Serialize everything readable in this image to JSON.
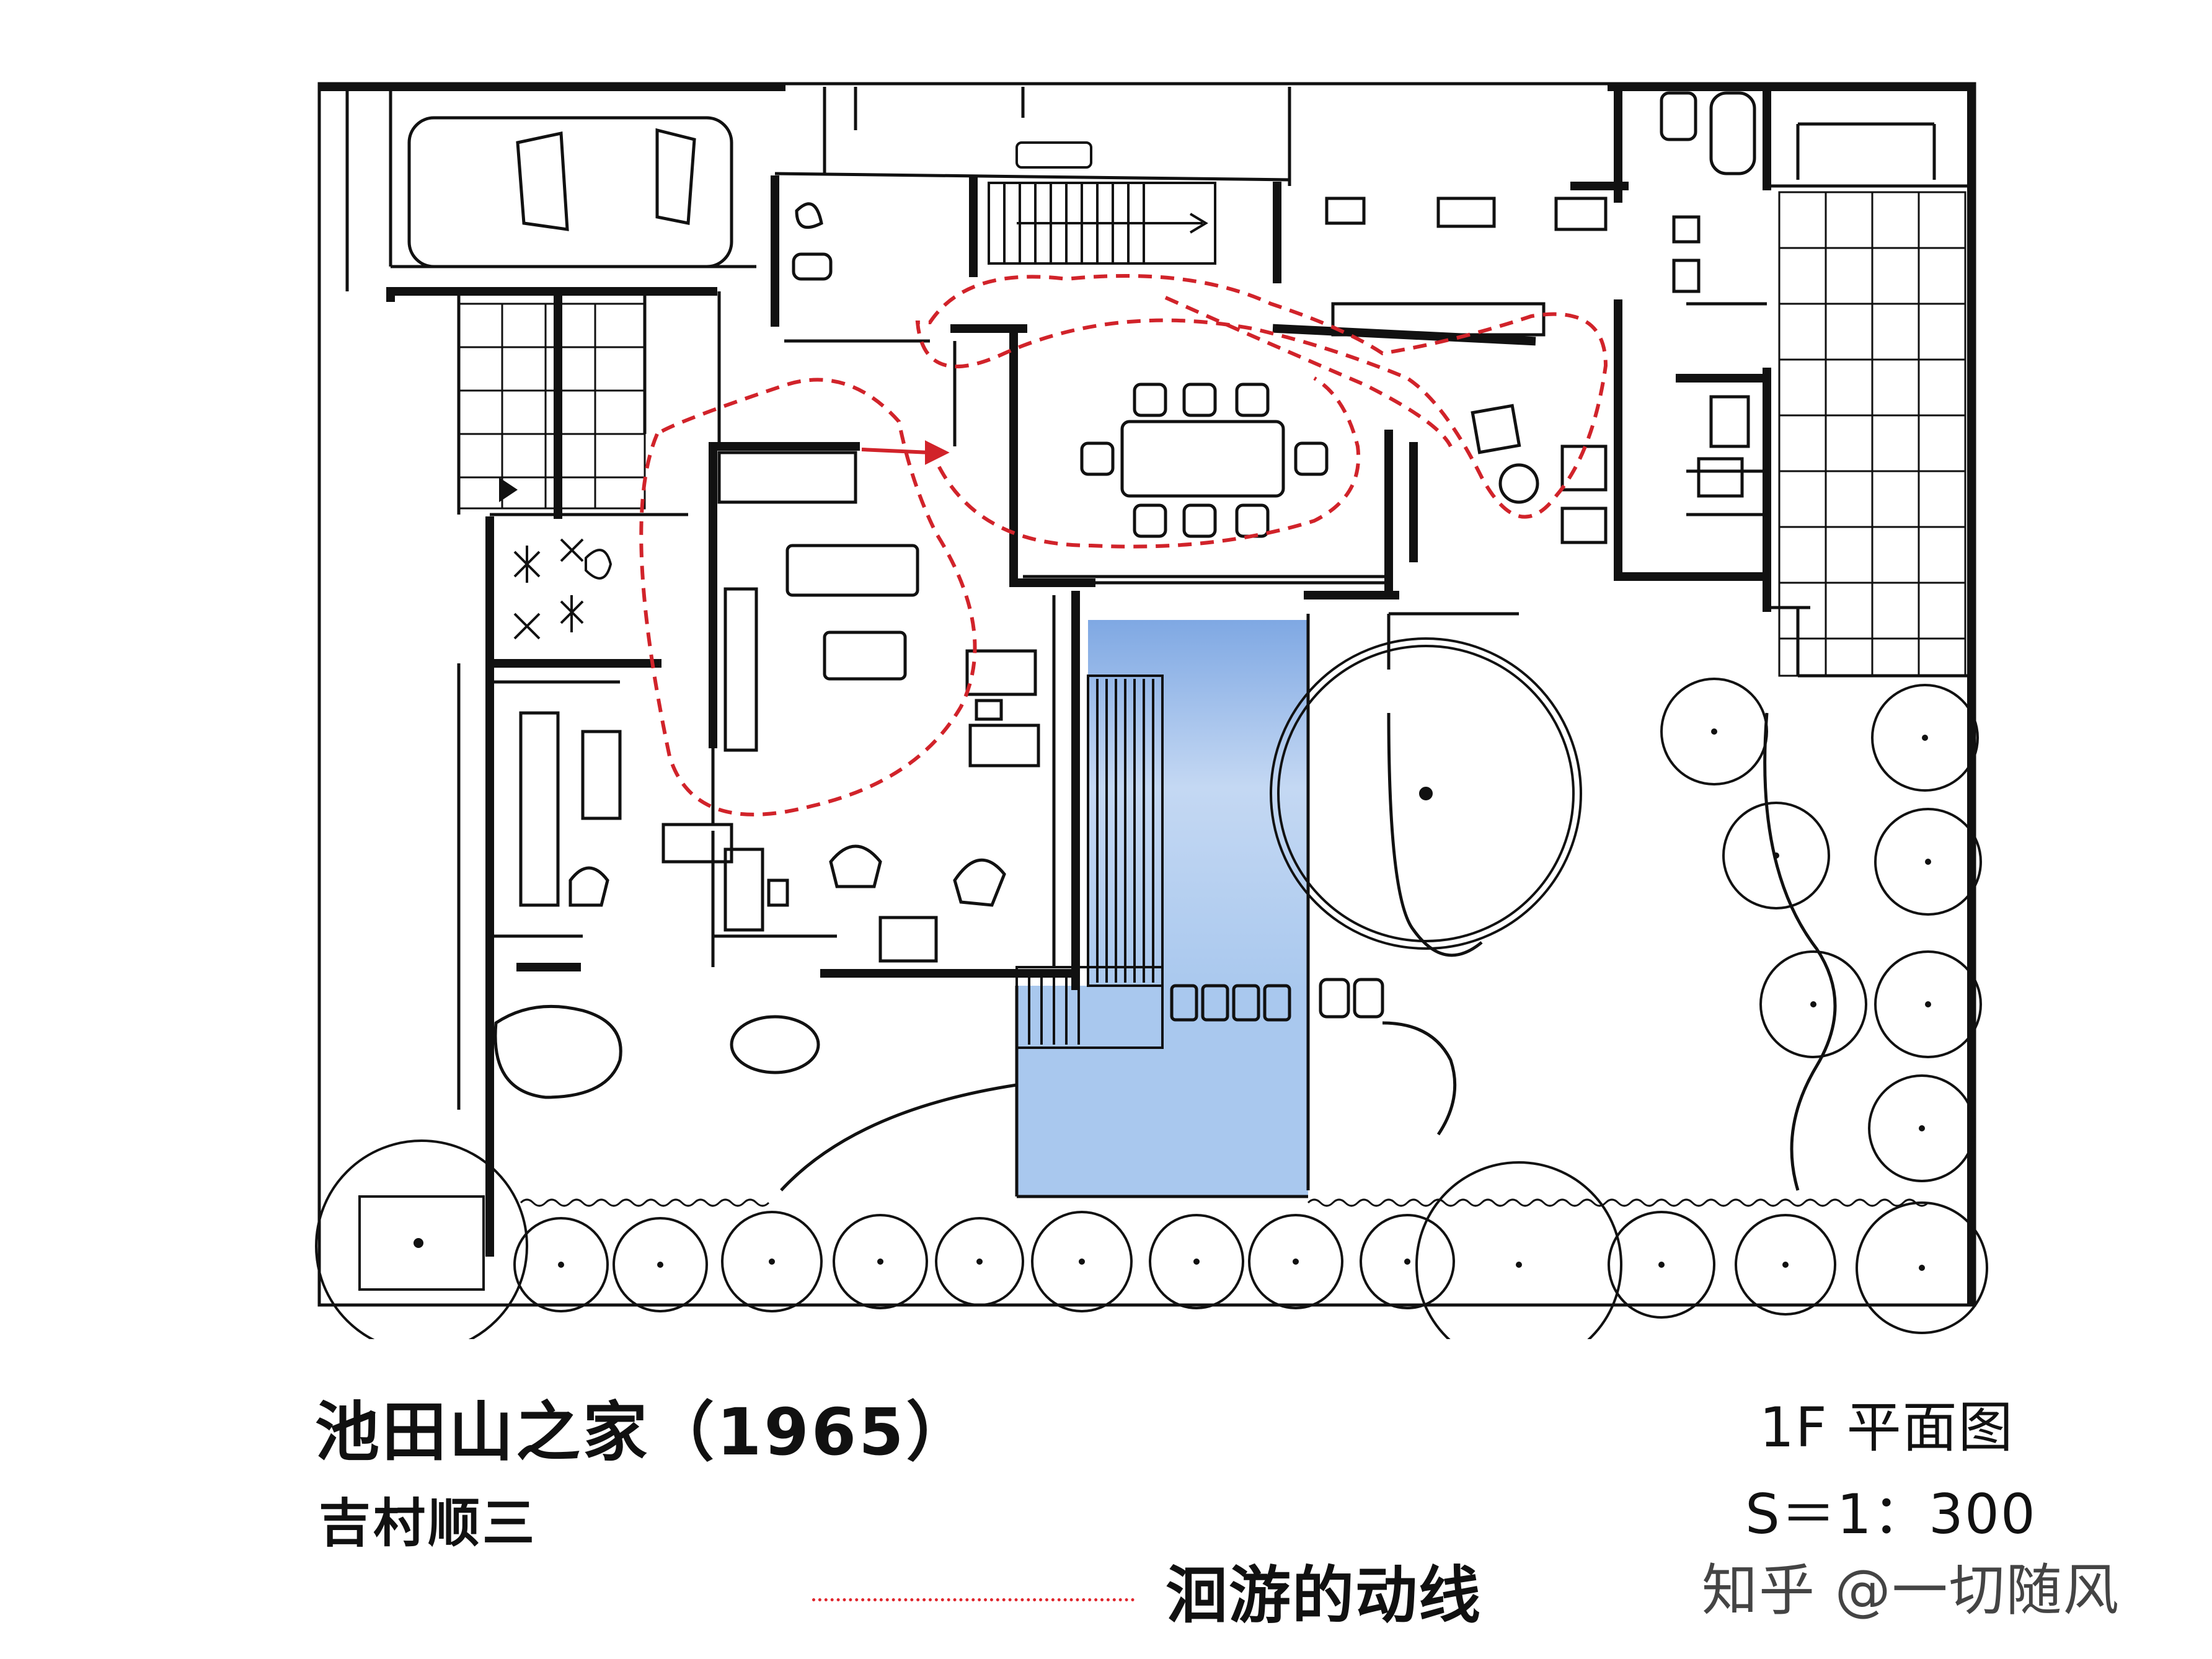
{
  "caption": {
    "title": "池田山之家（1965）",
    "architect": "吉村顺三",
    "plan_label": "1F 平面图",
    "scale": "S＝1：300"
  },
  "legend": {
    "route_label": "洄游的动线",
    "route_color": "#e0242b"
  },
  "watermark": "知乎 @一切随风",
  "colors": {
    "ink": "#111111",
    "pond": "#a9c8ee",
    "pond_light": "#dbe8f8",
    "route": "#d1232a"
  }
}
